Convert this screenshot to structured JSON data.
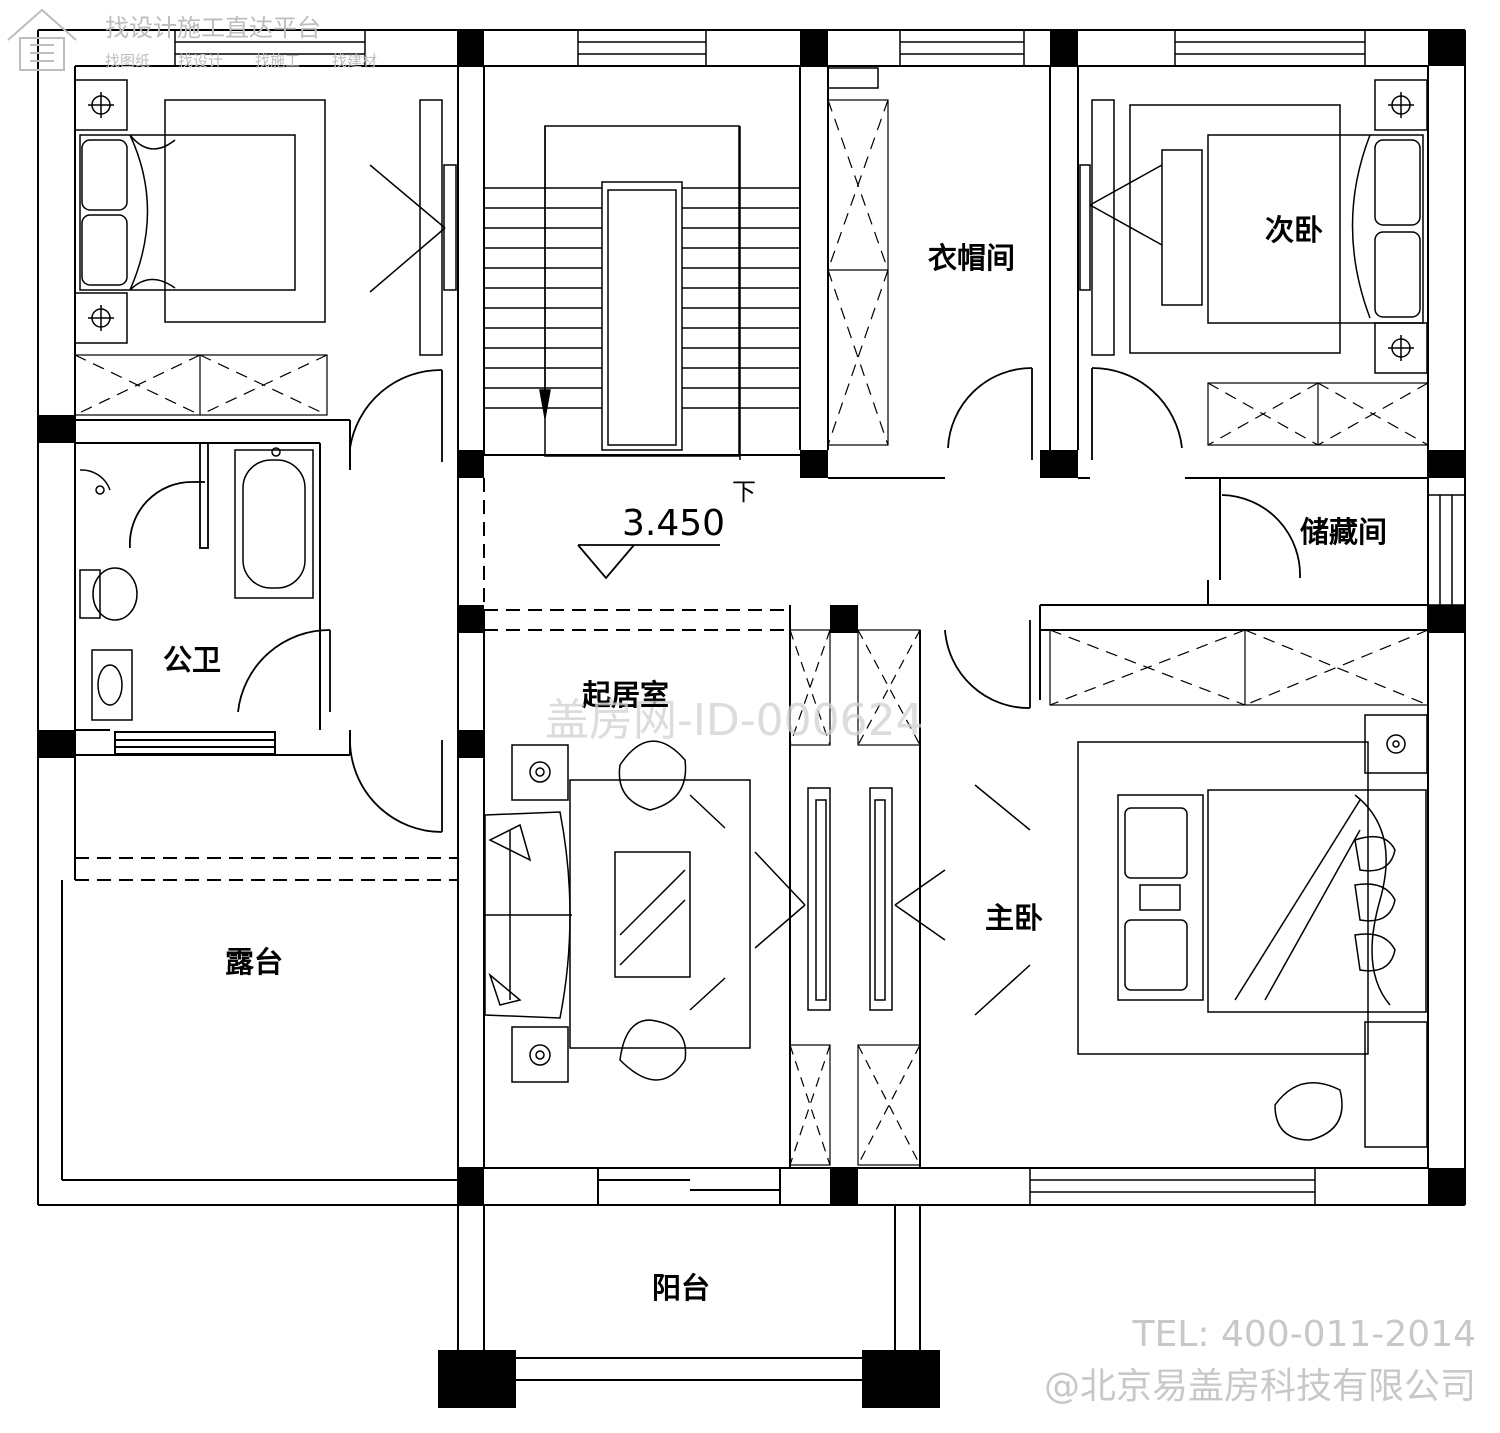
{
  "header": {
    "slogan": "找设计施工直达平台",
    "menu": [
      "找图纸",
      "找设计",
      "找施工",
      "找建材"
    ]
  },
  "plan": {
    "elevation_mark": "3.450",
    "stair_label": "下",
    "rooms": {
      "cloakroom": "衣帽间",
      "second_bedroom": "次卧",
      "storage": "储藏间",
      "public_bath": "公卫",
      "sitting_room": "起居室",
      "master_bedroom": "主卧",
      "terrace": "露台",
      "balcony": "阳台"
    }
  },
  "watermark": "盖房网-ID-000624",
  "footer": {
    "tel": "TEL: 400-011-2014",
    "company": "@北京易盖房科技有限公司"
  },
  "colors": {
    "line": "#000000",
    "watermark": "#c8c8c8"
  }
}
